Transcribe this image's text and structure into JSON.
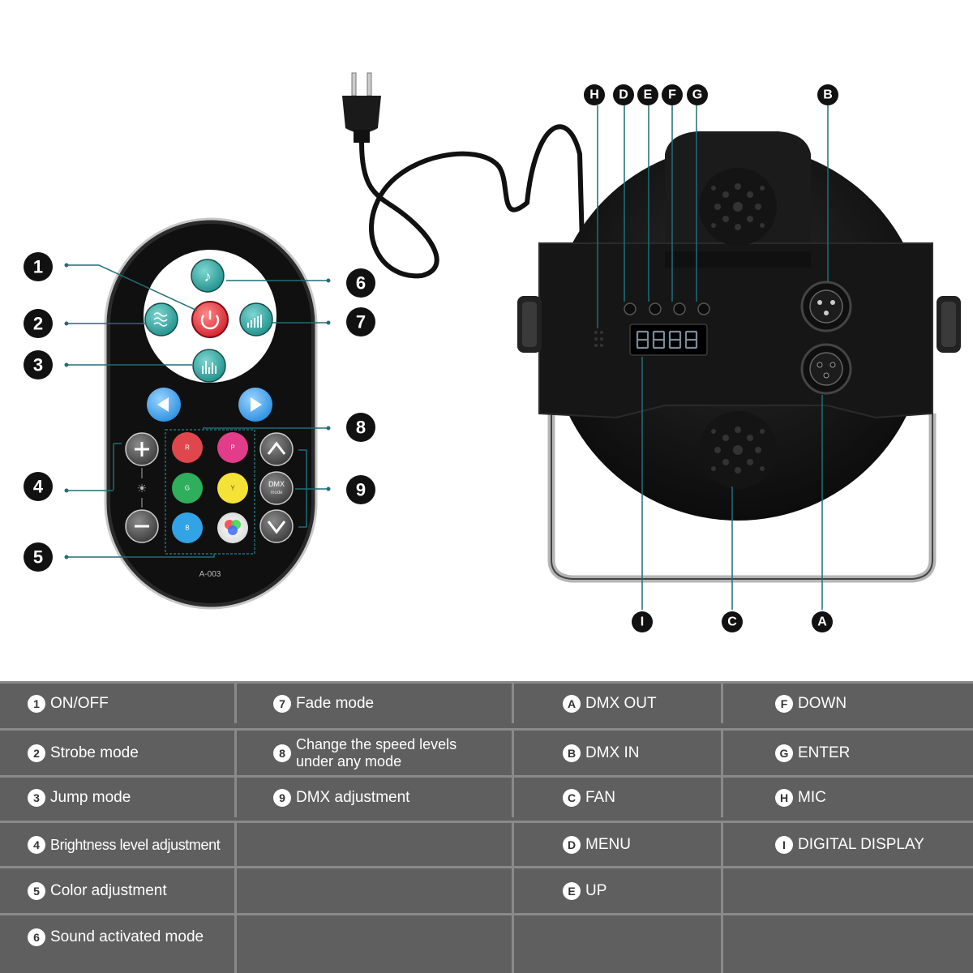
{
  "remote": {
    "model": "A-003",
    "buttons": {
      "r": "R",
      "p": "P",
      "g": "G",
      "y": "Y",
      "b": "B",
      "dmx": "DMX",
      "dmx_sub": "mode"
    }
  },
  "callouts": {
    "numbers": [
      "1",
      "2",
      "3",
      "4",
      "5",
      "6",
      "7",
      "8",
      "9"
    ],
    "letters": [
      "H",
      "D",
      "E",
      "F",
      "G",
      "B",
      "I",
      "C",
      "A"
    ]
  },
  "legend": {
    "col1": [
      {
        "badge": "1",
        "text": "ON/OFF"
      },
      {
        "badge": "2",
        "text": "Strobe mode"
      },
      {
        "badge": "3",
        "text": "Jump mode"
      },
      {
        "badge": "4",
        "text": "Brightness level adjustment"
      },
      {
        "badge": "5",
        "text": "Color adjustment"
      },
      {
        "badge": "6",
        "text": "Sound activated mode"
      }
    ],
    "col2": [
      {
        "badge": "7",
        "text": "Fade mode"
      },
      {
        "badge": "8",
        "text": "Change the speed levels under any mode"
      },
      {
        "badge": "9",
        "text": "DMX adjustment"
      }
    ],
    "col3": [
      {
        "badge": "A",
        "text": "DMX OUT"
      },
      {
        "badge": "B",
        "text": "DMX IN"
      },
      {
        "badge": "C",
        "text": "FAN"
      },
      {
        "badge": "D",
        "text": "MENU"
      },
      {
        "badge": "E",
        "text": "UP"
      }
    ],
    "col4": [
      {
        "badge": "F",
        "text": "DOWN"
      },
      {
        "badge": "G",
        "text": "ENTER"
      },
      {
        "badge": "H",
        "text": "MIC"
      },
      {
        "badge": "I",
        "text": "DIGITAL DISPLAY"
      }
    ]
  },
  "colors": {
    "legend_bg": "#5f5f5f",
    "teal": "#2aa6a0",
    "power_red": "#e8333a",
    "nav_blue": "#3fa0e6",
    "guide_line": "#1f6e78"
  }
}
